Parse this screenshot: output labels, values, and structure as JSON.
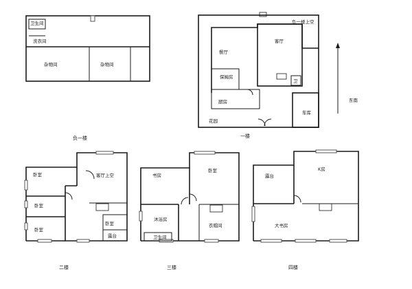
{
  "floors": {
    "basement": {
      "label": "负一楼",
      "rooms": {
        "bathroom": "卫生间",
        "laundry": "洗衣间",
        "storage1": "杂物间",
        "storage2": "杂物间"
      }
    },
    "first": {
      "label": "一楼",
      "rooms": {
        "upper_neg1": "负一楼上空",
        "dining": "餐厅",
        "living": "客厅",
        "nanny": "保姆房",
        "wc": "卫",
        "kitchen": "厨房",
        "garden": "花园",
        "garage": "车库"
      },
      "direction": "东南"
    },
    "second": {
      "label": "二楼",
      "rooms": {
        "bedroom1": "卧室",
        "living_upper": "客厅上空",
        "bedroom2": "卧室",
        "bedroom3": "卧室",
        "bedroom4": "卧室",
        "balcony": "露台"
      }
    },
    "third": {
      "label": "三楼",
      "rooms": {
        "study": "书房",
        "bedroom": "卧室",
        "bathroom_big": "沐浴房",
        "closet": "衣帽间",
        "toilet": "卫生间"
      }
    },
    "fourth": {
      "label": "四楼",
      "rooms": {
        "terrace": "露台",
        "loft": "K房",
        "big_study": "大书房"
      }
    }
  }
}
